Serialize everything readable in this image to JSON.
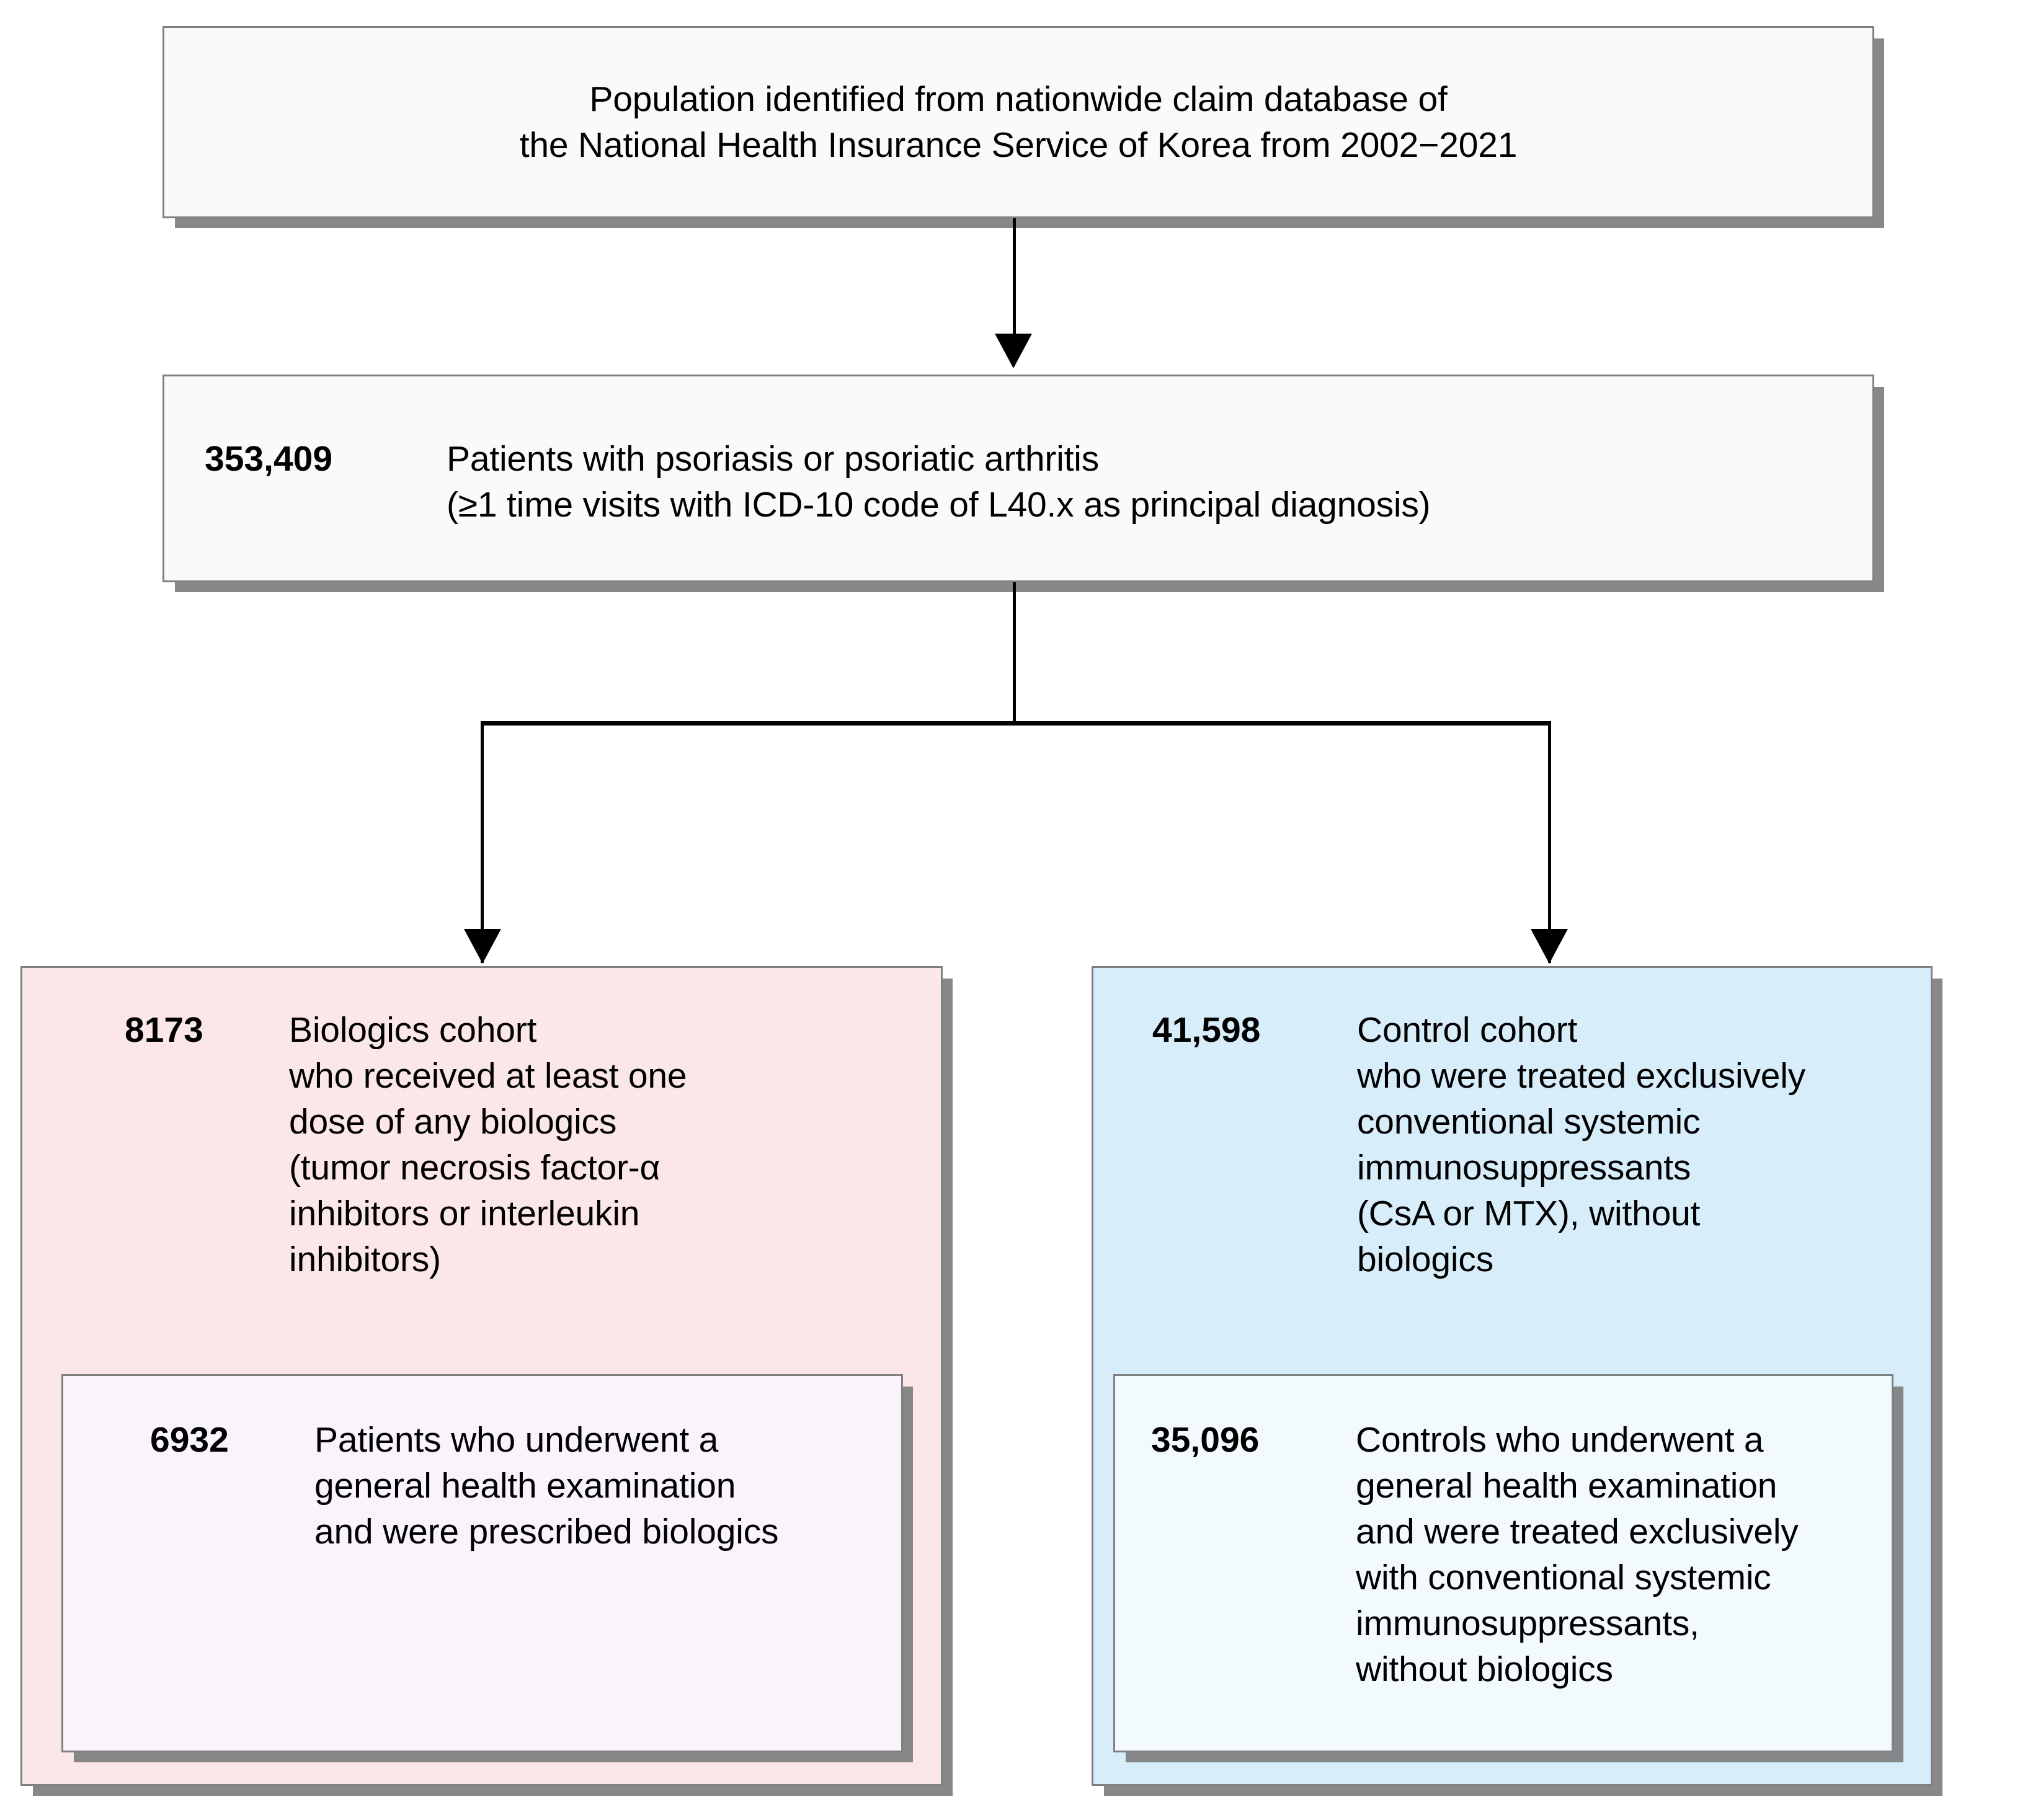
{
  "figure": {
    "type": "flowchart",
    "title": "Study population selection flow diagram"
  },
  "nodes": {
    "source": {
      "text": "Population identified from nationwide claim database of\nthe National Health Insurance Service of Korea from 2002−2021"
    },
    "identified": {
      "count": "353,409",
      "text": "Patients with psoriasis or psoriatic arthritis\n(≥1 time visits with ICD-10 code of L40.x as principal diagnosis)"
    },
    "biologics_cohort": {
      "count": "8173",
      "text": "Biologics cohort\nwho received at least one\ndose of any biologics\n(tumor necrosis factor-α\ninhibitors or interleukin\ninhibitors)"
    },
    "control_cohort": {
      "count": "41,598",
      "text": "Control cohort\nwho were treated exclusively\nconventional systemic\nimmunosuppressants\n(CsA or MTX),  without\nbiologics"
    },
    "biologics_exam": {
      "count": "6932",
      "text": "Patients who underwent a\ngeneral health examination\nand were prescribed biologics"
    },
    "control_exam": {
      "count": "35,096",
      "text": "Controls who underwent a\ngeneral health examination\nand were treated exclusively\nwith conventional systemic\nimmunosuppressants,\nwithout biologics"
    }
  },
  "colors": {
    "biologics_fill": "#fbe7e7",
    "control_fill": "#d7edfa",
    "biologics_inner_fill": "#f9f3fb",
    "control_inner_fill": "#f3fafe",
    "plain_fill": "#fafafa",
    "border": "#808080",
    "connector": "#000000"
  }
}
